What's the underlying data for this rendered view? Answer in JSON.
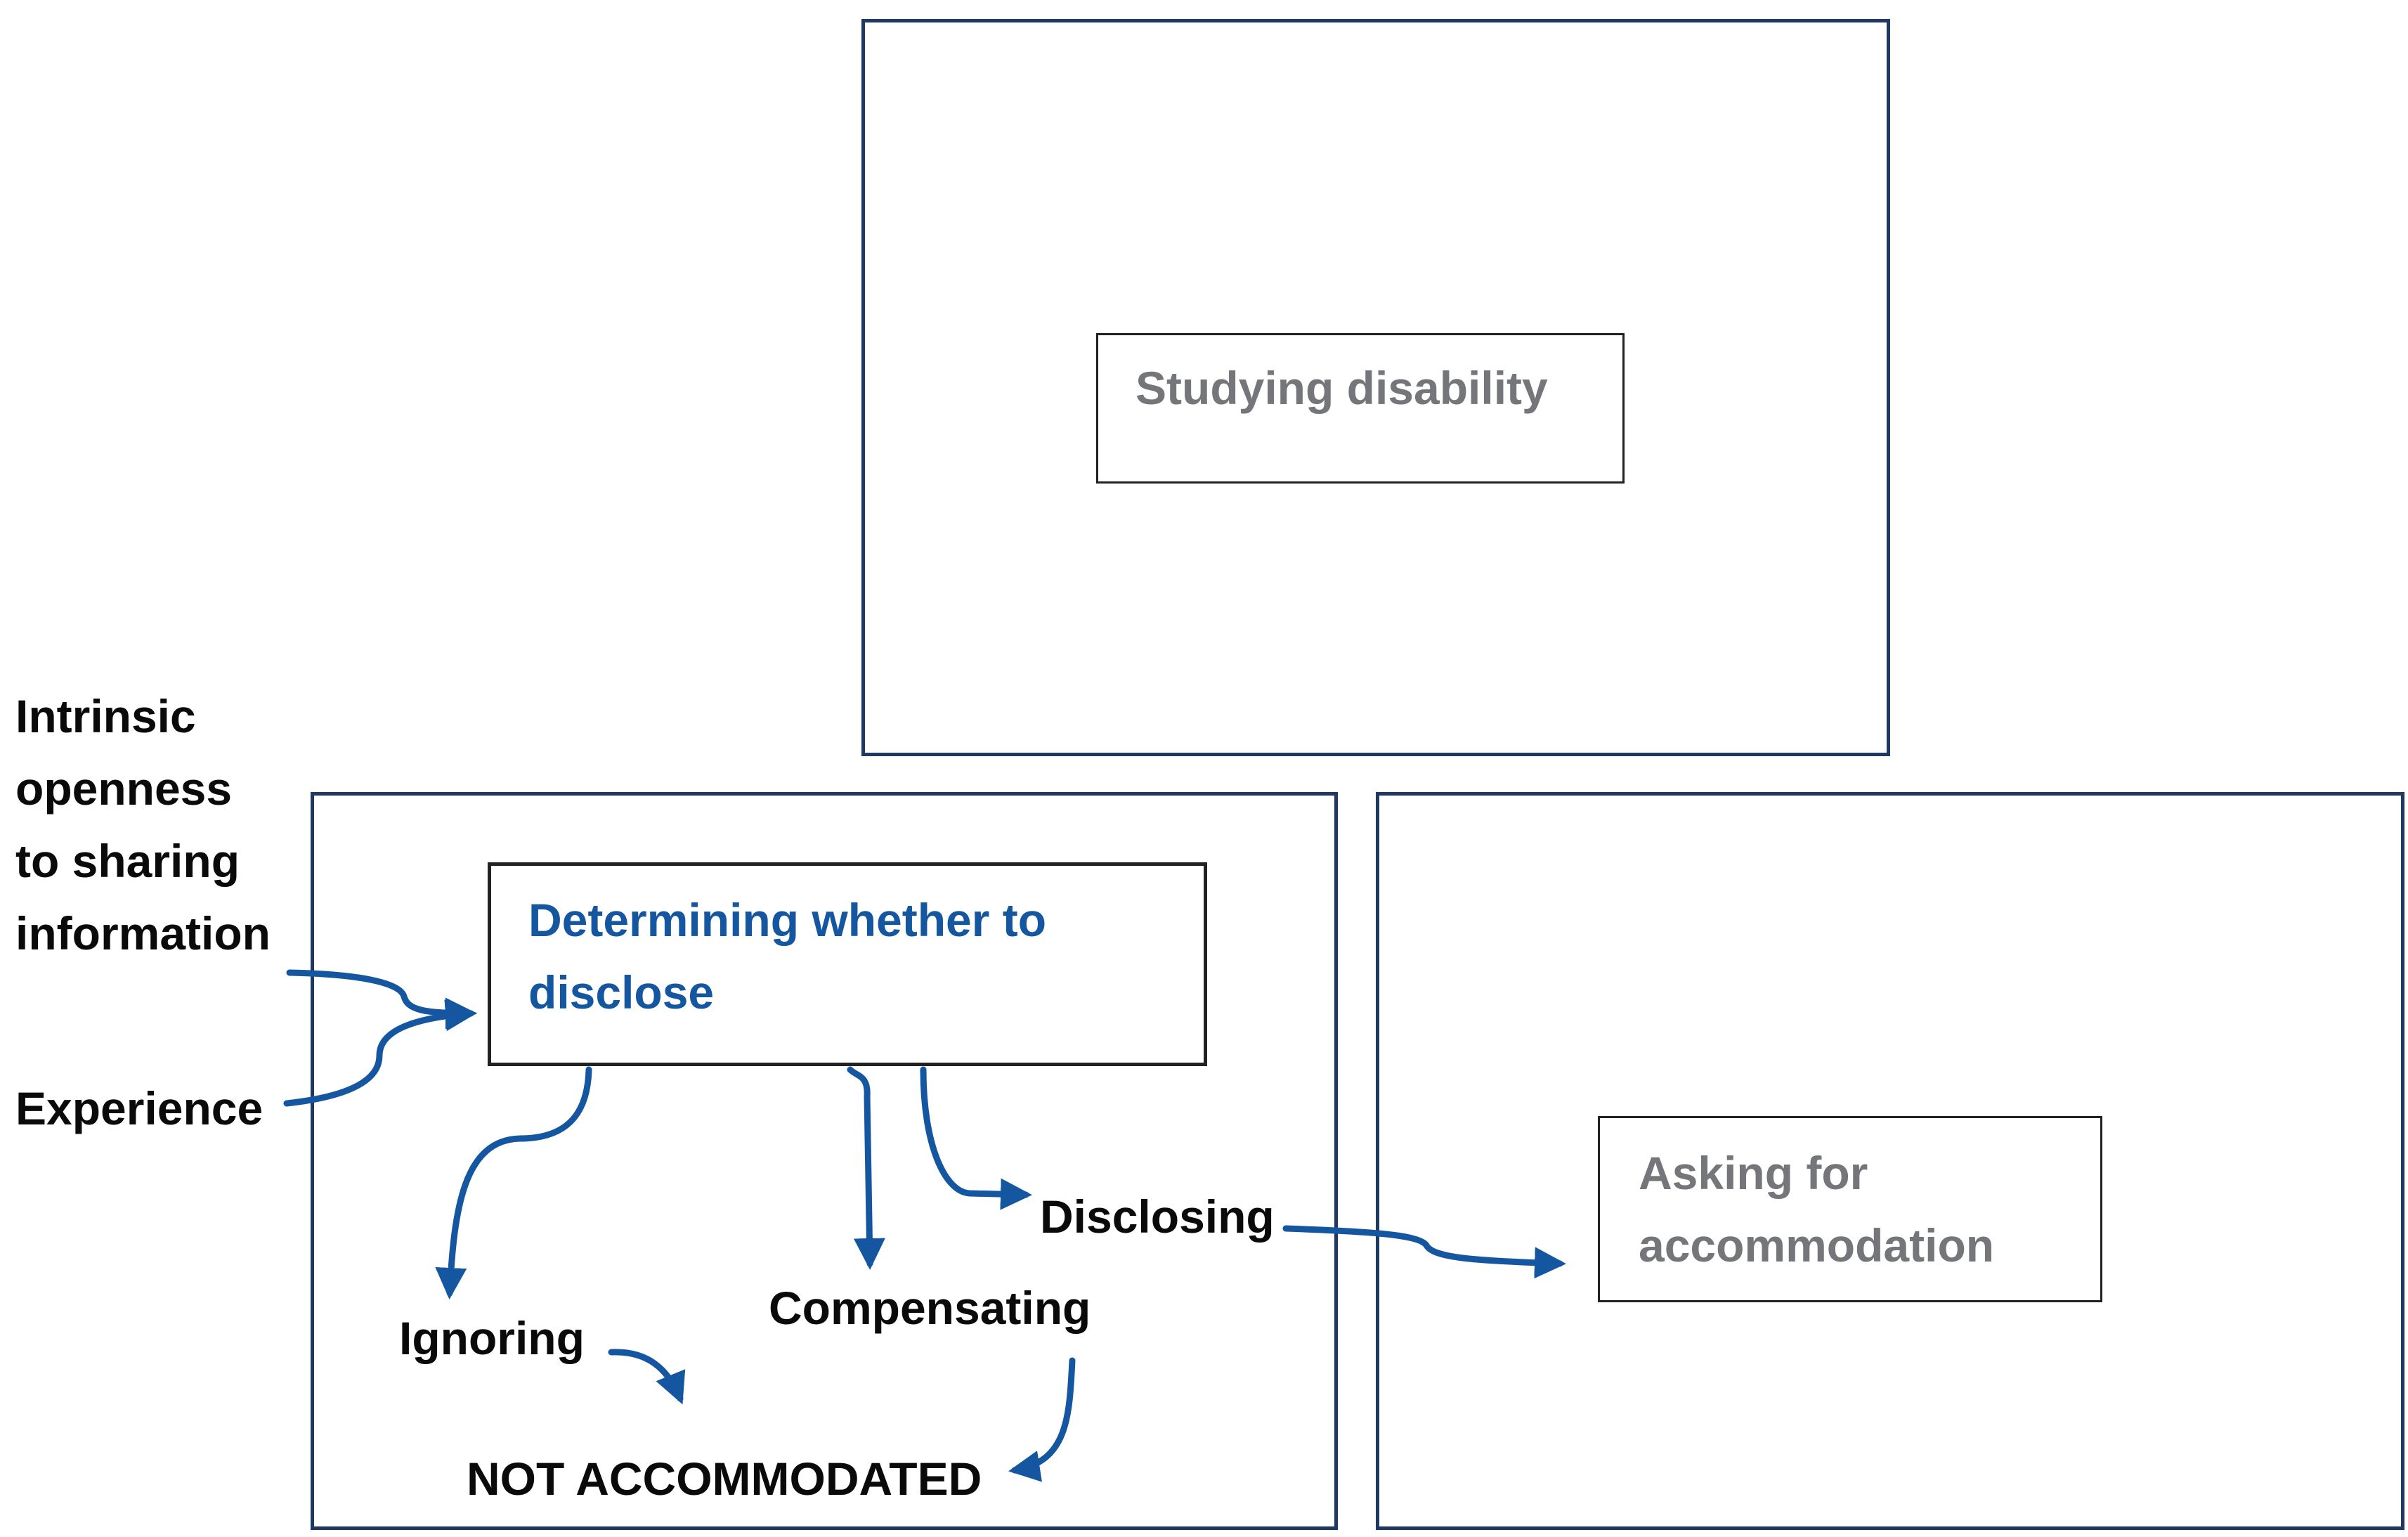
{
  "diagram": {
    "top_box": {
      "label": "Studying disability"
    },
    "left_panel": {
      "central_box": {
        "line1": "Determining whether to",
        "line2": "disclose"
      },
      "outcomes": {
        "ignoring": "Ignoring",
        "compensating": "Compensating",
        "disclosing": "Disclosing",
        "not_accommodated": "NOT ACCOMMODATED"
      }
    },
    "right_panel": {
      "box": {
        "line1": "Asking for",
        "line2": "accommodation"
      }
    },
    "inputs": {
      "intrinsic": [
        "Intrinsic",
        "openness",
        "to sharing",
        "information"
      ],
      "experience": "Experience"
    },
    "colors": {
      "frame": "#1f3864",
      "arrow": "#1457a0",
      "blue_text": "#1457a0",
      "grey_text": "#75767a"
    }
  }
}
